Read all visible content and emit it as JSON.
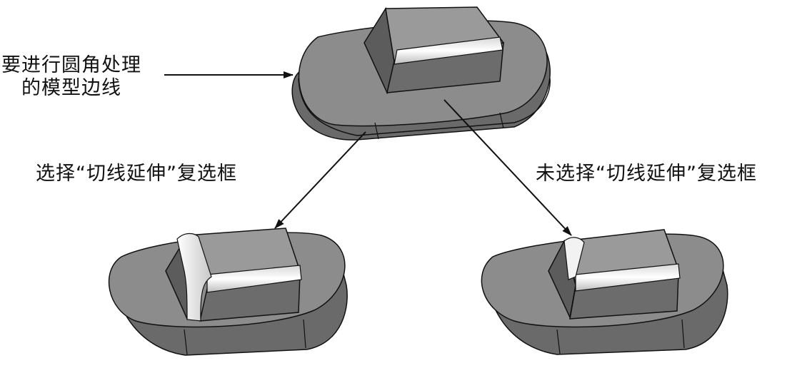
{
  "labels": {
    "edge_line1": "要进行圆角处理",
    "edge_line2": "的模型边线",
    "tangent_selected": "选择“切线延伸”复选框",
    "tangent_unselected": "未选择“切线延伸”复选框"
  },
  "colors": {
    "face_top": "#8c8c8c",
    "face_side": "#6a6a6a",
    "face_dark": "#4f4f4f",
    "edge": "#111111",
    "fillet_highlight": "#ffffff"
  }
}
